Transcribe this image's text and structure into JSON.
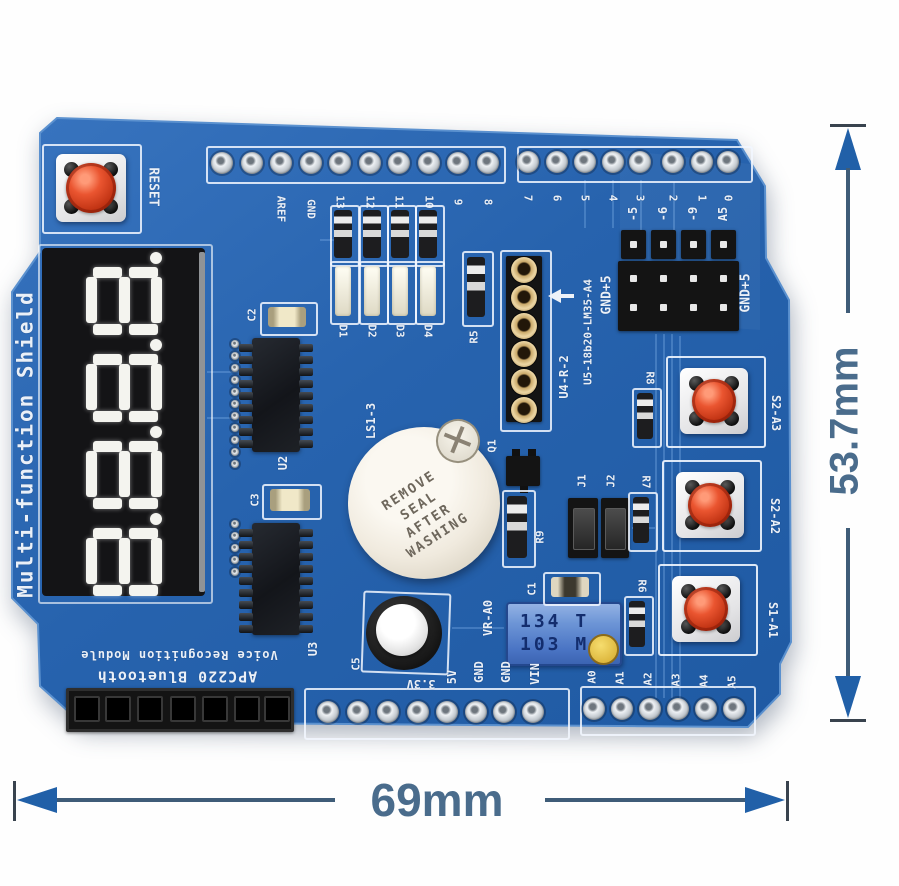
{
  "board": {
    "name_label": "Multi-function Shield",
    "reset_label": "RESET",
    "display_digits": [
      "8.",
      "8.",
      "8.",
      "8."
    ],
    "headers": {
      "top_left": {
        "labels": [
          "",
          "",
          "AREF",
          "GND",
          "13",
          "12",
          "11",
          "10",
          "9",
          "8"
        ]
      },
      "top_right": {
        "labels": [
          "7",
          "6",
          "5",
          "4",
          "3",
          "2",
          "1",
          "0"
        ]
      },
      "bottom_mid": {
        "labels": [
          "",
          "",
          "",
          "3.3V",
          "5V",
          "GND",
          "GND",
          "VIN"
        ]
      },
      "bottom_right": {
        "labels": [
          "A0",
          "A1",
          "A2",
          "A3",
          "A4",
          "A5"
        ]
      }
    },
    "led_labels": [
      "D1",
      "D2",
      "D3",
      "D4"
    ],
    "jumper_block": {
      "labels": [
        "-5",
        "-6",
        "-9",
        "A5"
      ],
      "gnd_left": "GND+5",
      "gnd_right": "GND+5"
    },
    "silkscreen": {
      "u4": "U4-R-2",
      "u5": "U5-18b20-LM35-A4"
    },
    "refs": {
      "c2": "C2",
      "c3": "C3",
      "u2": "U2",
      "u3": "U3",
      "r5": "R5",
      "r9": "R9",
      "q1": "Q1",
      "j1": "J1",
      "j2": "J2",
      "c1": "C1",
      "c5": "C5",
      "ls1": "LS1-3",
      "vr": "VR-A0"
    },
    "buzzer_sticker": [
      "REMOVE",
      "SEAL",
      "AFTER",
      "WASHING"
    ],
    "pot": {
      "line1": "134 T",
      "line2": "103 M"
    },
    "buttons": [
      {
        "res": "R8",
        "label": "S2-A3"
      },
      {
        "res": "R7",
        "label": "S2-A2"
      },
      {
        "res": "R6",
        "label": "S1-A1"
      }
    ],
    "bottom_text": {
      "line1": "APC220 Bluetooth",
      "line2": "Voice Recognition Module"
    }
  },
  "dimensions": {
    "width": "69mm",
    "height": "53.7mm"
  },
  "colors": {
    "board_blue": "#2b67b2",
    "dim_arrow": "#2160a8",
    "dim_text": "#4a6c8c",
    "button_red": "#d8401e",
    "pot_blue": "#5b82cc"
  }
}
